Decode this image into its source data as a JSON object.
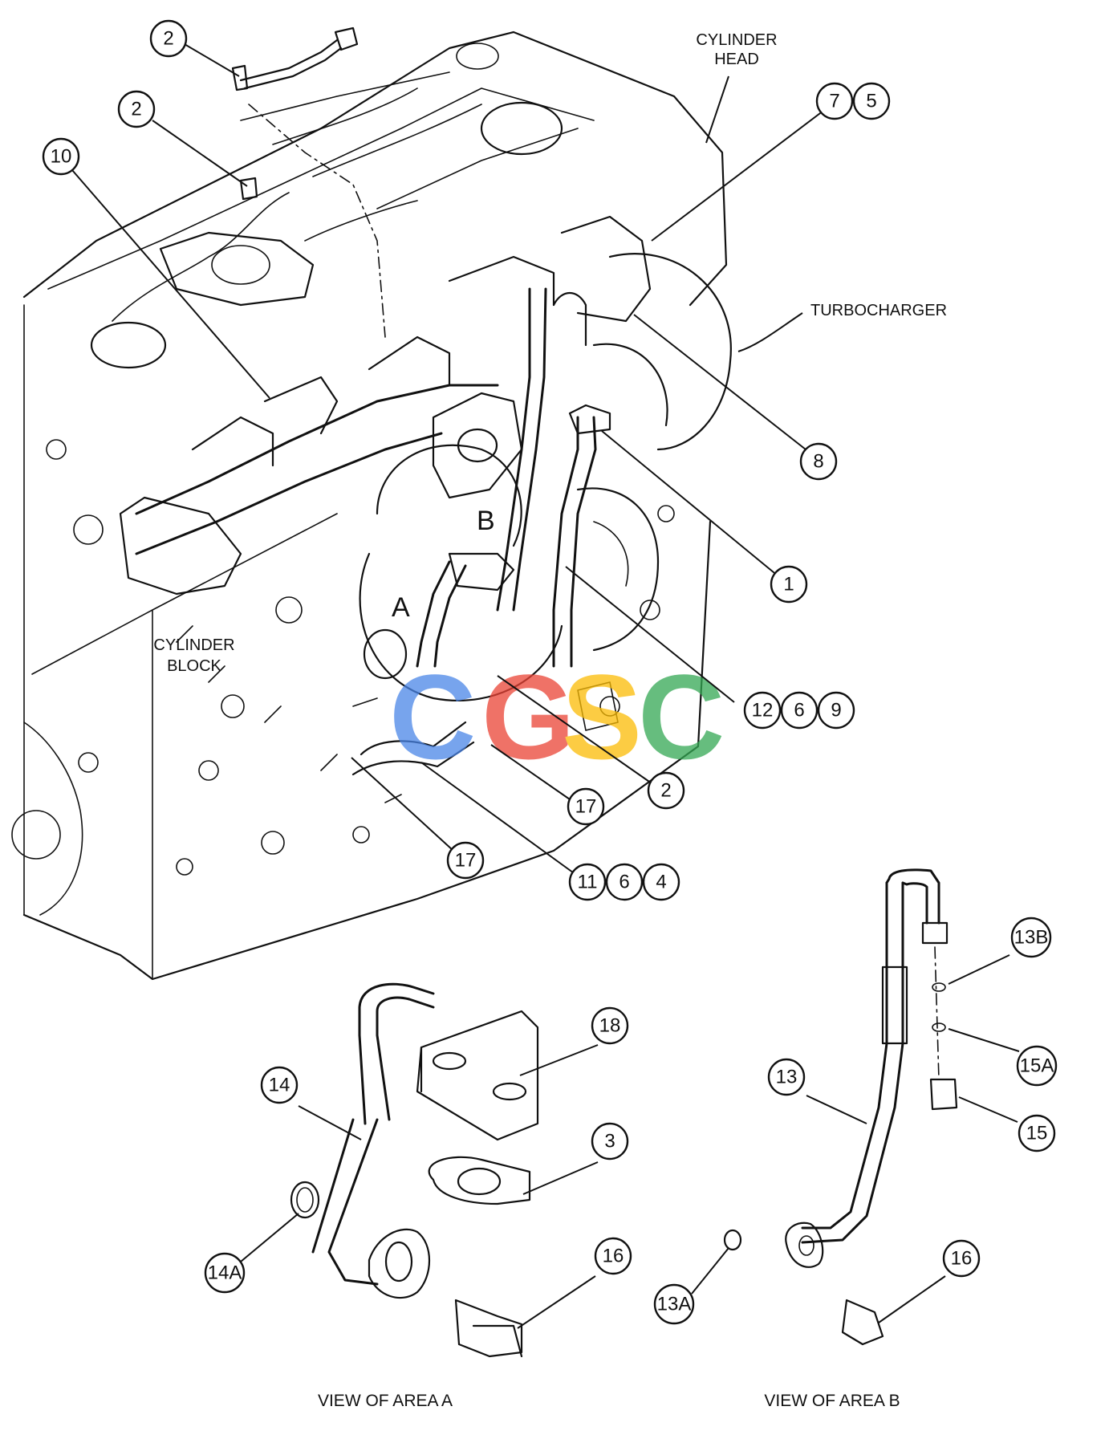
{
  "labels": {
    "cylinder_head": [
      "CYLINDER",
      "HEAD"
    ],
    "turbocharger": "TURBOCHARGER",
    "cylinder_block": [
      "CYLINDER",
      "BLOCK"
    ],
    "area_a": "A",
    "area_b": "B",
    "view_area_a": "VIEW OF AREA A",
    "view_area_b": "VIEW OF AREA B"
  },
  "watermark": {
    "text": "CGSC",
    "colors": [
      "#4a86e8",
      "#ea4335",
      "#fbbc05",
      "#34a853"
    ]
  },
  "balloons": [
    {
      "id": "b2a",
      "text": "2"
    },
    {
      "id": "b2b",
      "text": "2"
    },
    {
      "id": "b10",
      "text": "10"
    },
    {
      "id": "b7",
      "text": "7"
    },
    {
      "id": "b5",
      "text": "5"
    },
    {
      "id": "b8",
      "text": "8"
    },
    {
      "id": "b1",
      "text": "1"
    },
    {
      "id": "b12",
      "text": "12"
    },
    {
      "id": "b6a",
      "text": "6"
    },
    {
      "id": "b9",
      "text": "9"
    },
    {
      "id": "b2c",
      "text": "2"
    },
    {
      "id": "b17a",
      "text": "17"
    },
    {
      "id": "b17b",
      "text": "17"
    },
    {
      "id": "b11",
      "text": "11"
    },
    {
      "id": "b6b",
      "text": "6"
    },
    {
      "id": "b4",
      "text": "4"
    },
    {
      "id": "b18",
      "text": "18"
    },
    {
      "id": "b14",
      "text": "14"
    },
    {
      "id": "b3",
      "text": "3"
    },
    {
      "id": "b14a",
      "text": "14A"
    },
    {
      "id": "b16a",
      "text": "16"
    },
    {
      "id": "b13b",
      "text": "13B"
    },
    {
      "id": "b15a",
      "text": "15A"
    },
    {
      "id": "b13",
      "text": "13"
    },
    {
      "id": "b15",
      "text": "15"
    },
    {
      "id": "b13a",
      "text": "13A"
    },
    {
      "id": "b16b",
      "text": "16"
    }
  ]
}
